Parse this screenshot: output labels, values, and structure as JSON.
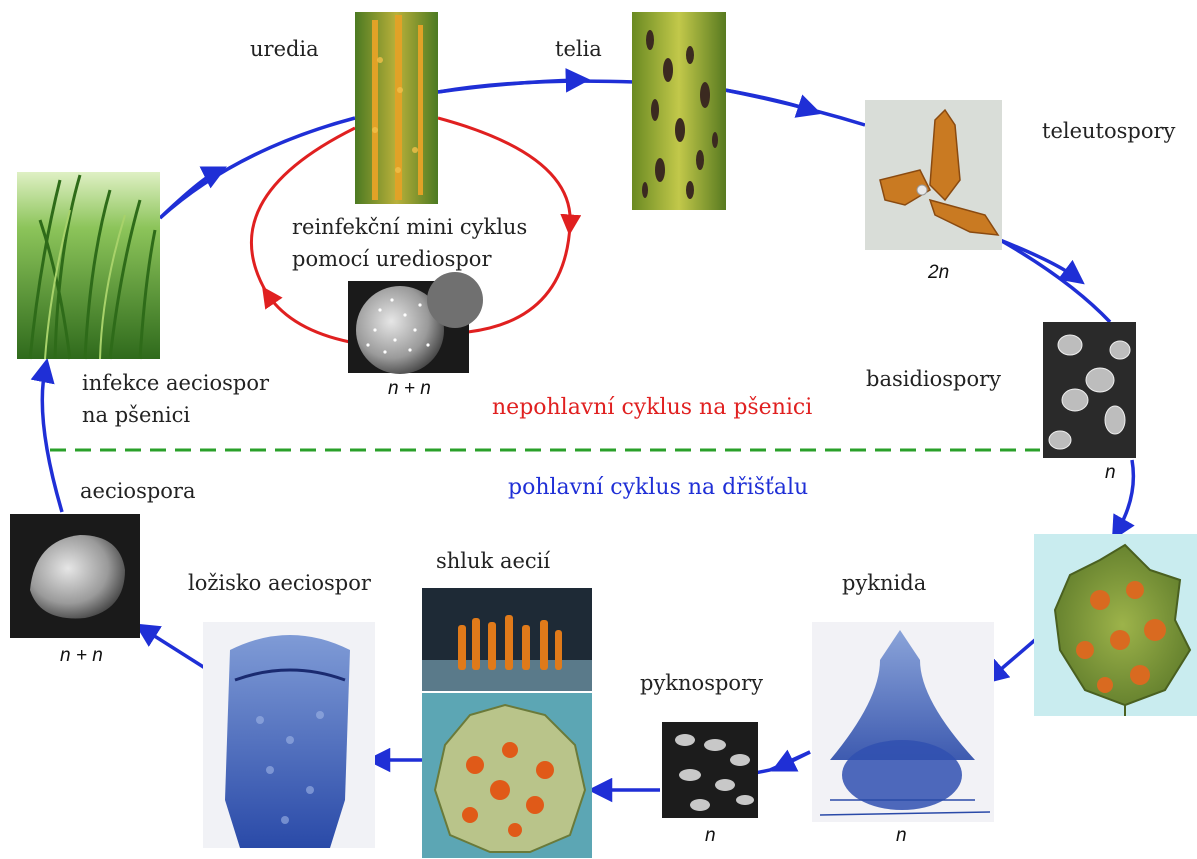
{
  "colors": {
    "sexual_cycle": "#1f2fd6",
    "asexual_cycle": "#e02020",
    "divider": "#2aa02a"
  },
  "labels": {
    "uredia": "uredia",
    "telia": "telia",
    "teleutospory": "teleutospory",
    "reinfection_line1": "reinfekční mini cyklus",
    "reinfection_line2": "pomocí urediospor",
    "infection_line1": "infekce aeciospor",
    "infection_line2": "na pšenici",
    "basidiospory": "basidiospory",
    "aeciospora": "aeciospora",
    "shluk": "shluk aecií",
    "lozisko": "ložisko aeciospor",
    "pyknida": "pyknida",
    "pyknospory": "pyknospory"
  },
  "cycles": {
    "asexual": "nepohlavní cyklus na pšenici",
    "sexual": "pohlavní cyklus na dřišťalu"
  },
  "ploidy": {
    "teleutospores": "2n",
    "urediospores": "n + n",
    "basidiospores": "n",
    "aeciospore": "n + n",
    "pycnospores": "n",
    "pycnidium": "n"
  },
  "images": [
    "wheat-plants-photo",
    "wheat-leaf-uredia-photo",
    "wheat-leaf-telia-photo",
    "teleutospores-micrograph",
    "urediospore-micrograph",
    "basidiospores-micrograph",
    "barberry-leaf-photo",
    "pycnidium-section-micrograph",
    "pycnospores-micrograph",
    "aecia-cluster-photo",
    "barberry-leaf-aecia-photo",
    "aecium-section-micrograph",
    "aeciospore-micrograph"
  ]
}
